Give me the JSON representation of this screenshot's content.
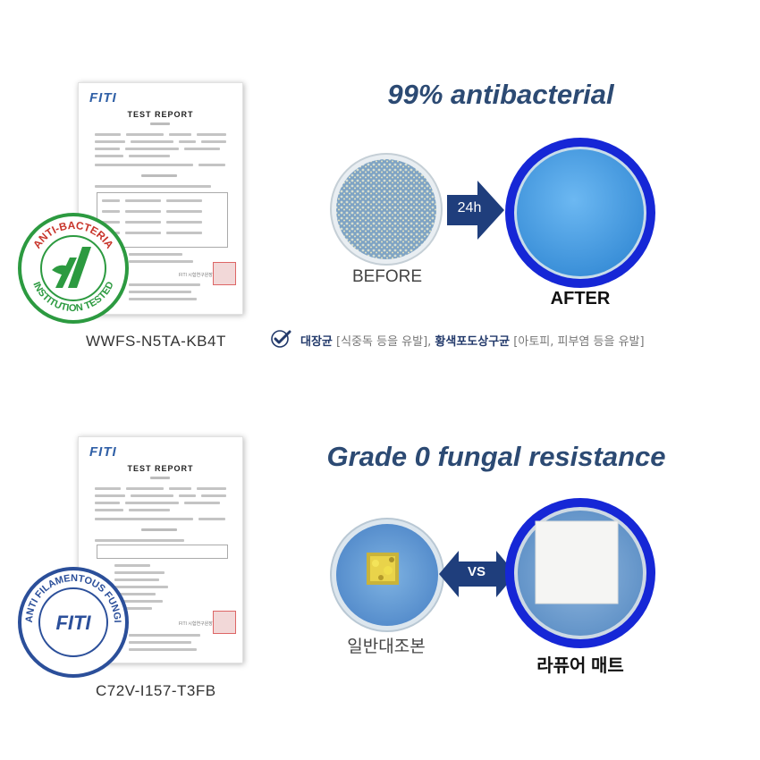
{
  "section_antibacterial": {
    "report": {
      "logo": "FITI",
      "title": "TEST REPORT",
      "signature": "FITI 시험연구원장"
    },
    "stamp_text": "ANTI-BACTERIA INSTITUTION TESTED",
    "code": "WWFS-N5TA-KB4T",
    "heading": "99% antibacterial",
    "arrow_label": "24h",
    "before_label": "BEFORE",
    "after_label": "AFTER",
    "note": {
      "kw1": "대장균",
      "text1": " [식중독 등을 유발], ",
      "kw2": "황색포도상구균",
      "text2": " [아토피, 피부염 등을 유발]"
    }
  },
  "section_fungal": {
    "report": {
      "logo": "FITI",
      "title": "TEST REPORT",
      "signature": "FITI 시험연구원장"
    },
    "stamp_text": "ANTI FILAMENTOUS FUNGI",
    "stamp_logo": "FITI",
    "code": "C72V-I157-T3FB",
    "heading": "Grade 0 fungal resistance",
    "arrow_label": "VS",
    "left_label": "일반대조본",
    "right_label": "라퓨어 매트"
  },
  "colors": {
    "heading": "#2c4a73",
    "arrow": "#1f3e7c",
    "ring": "#1627d6",
    "agar": "#4fa2e4"
  }
}
